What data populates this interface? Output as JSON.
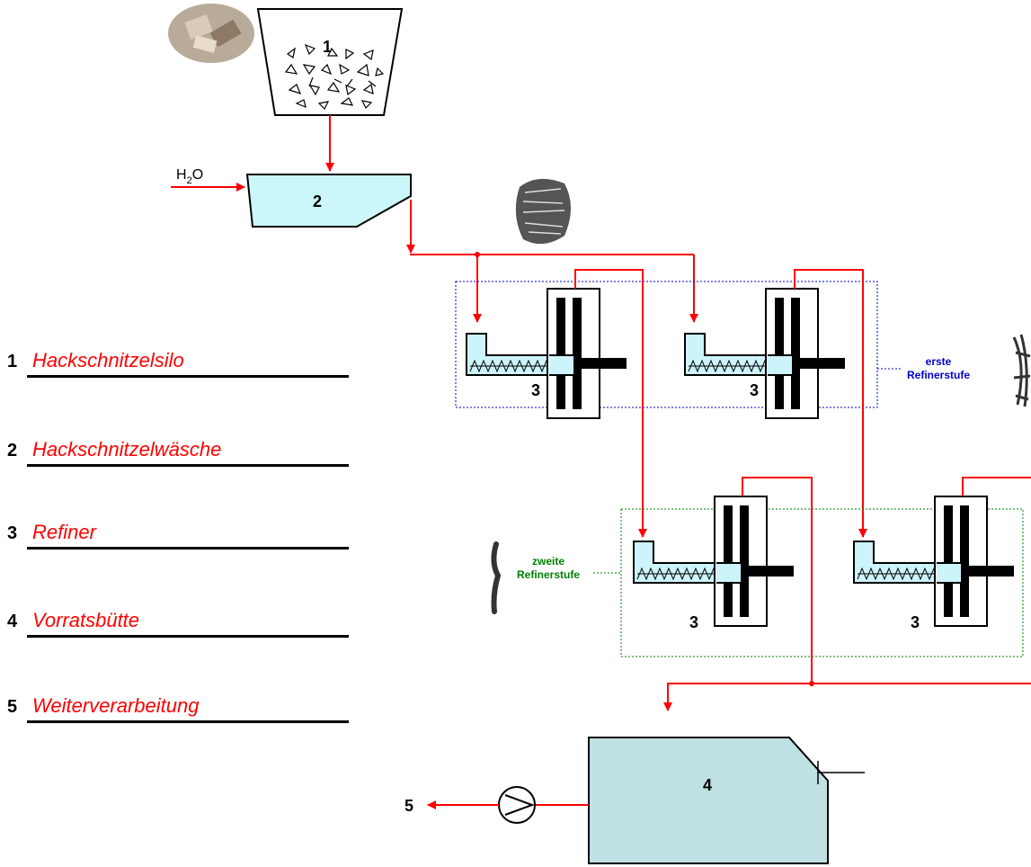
{
  "legend": [
    {
      "num": "1",
      "label": "Hackschnitzelsilo"
    },
    {
      "num": "2",
      "label": "Hackschnitzelwäsche"
    },
    {
      "num": "3",
      "label": "Refiner"
    },
    {
      "num": "4",
      "label": "Vorratsbütte"
    },
    {
      "num": "5",
      "label": "Weiterverarbeitung"
    }
  ],
  "labels": {
    "silo": "1",
    "wash": "2",
    "refiner": "3",
    "chest": "4",
    "output": "5",
    "water_main": "H",
    "water_sub": "2",
    "water_tail": "O",
    "stage1_line1": "erste",
    "stage1_line2": "Refinerstufe",
    "stage2_line1": "zweite",
    "stage2_line2": "Refinerstufe"
  },
  "colors": {
    "flow": "#ff0000",
    "stage1": "#0000cc",
    "stage2": "#008000",
    "wash_fill": "#ccf7fa",
    "chest_fill": "#bfe1e4",
    "screw_fill": "#ccf4fa"
  },
  "icons": [
    "wood-chips-photo-icon",
    "fiber-bundle-icon",
    "fiber-icon",
    "single-fiber-icon",
    "pump-icon"
  ]
}
